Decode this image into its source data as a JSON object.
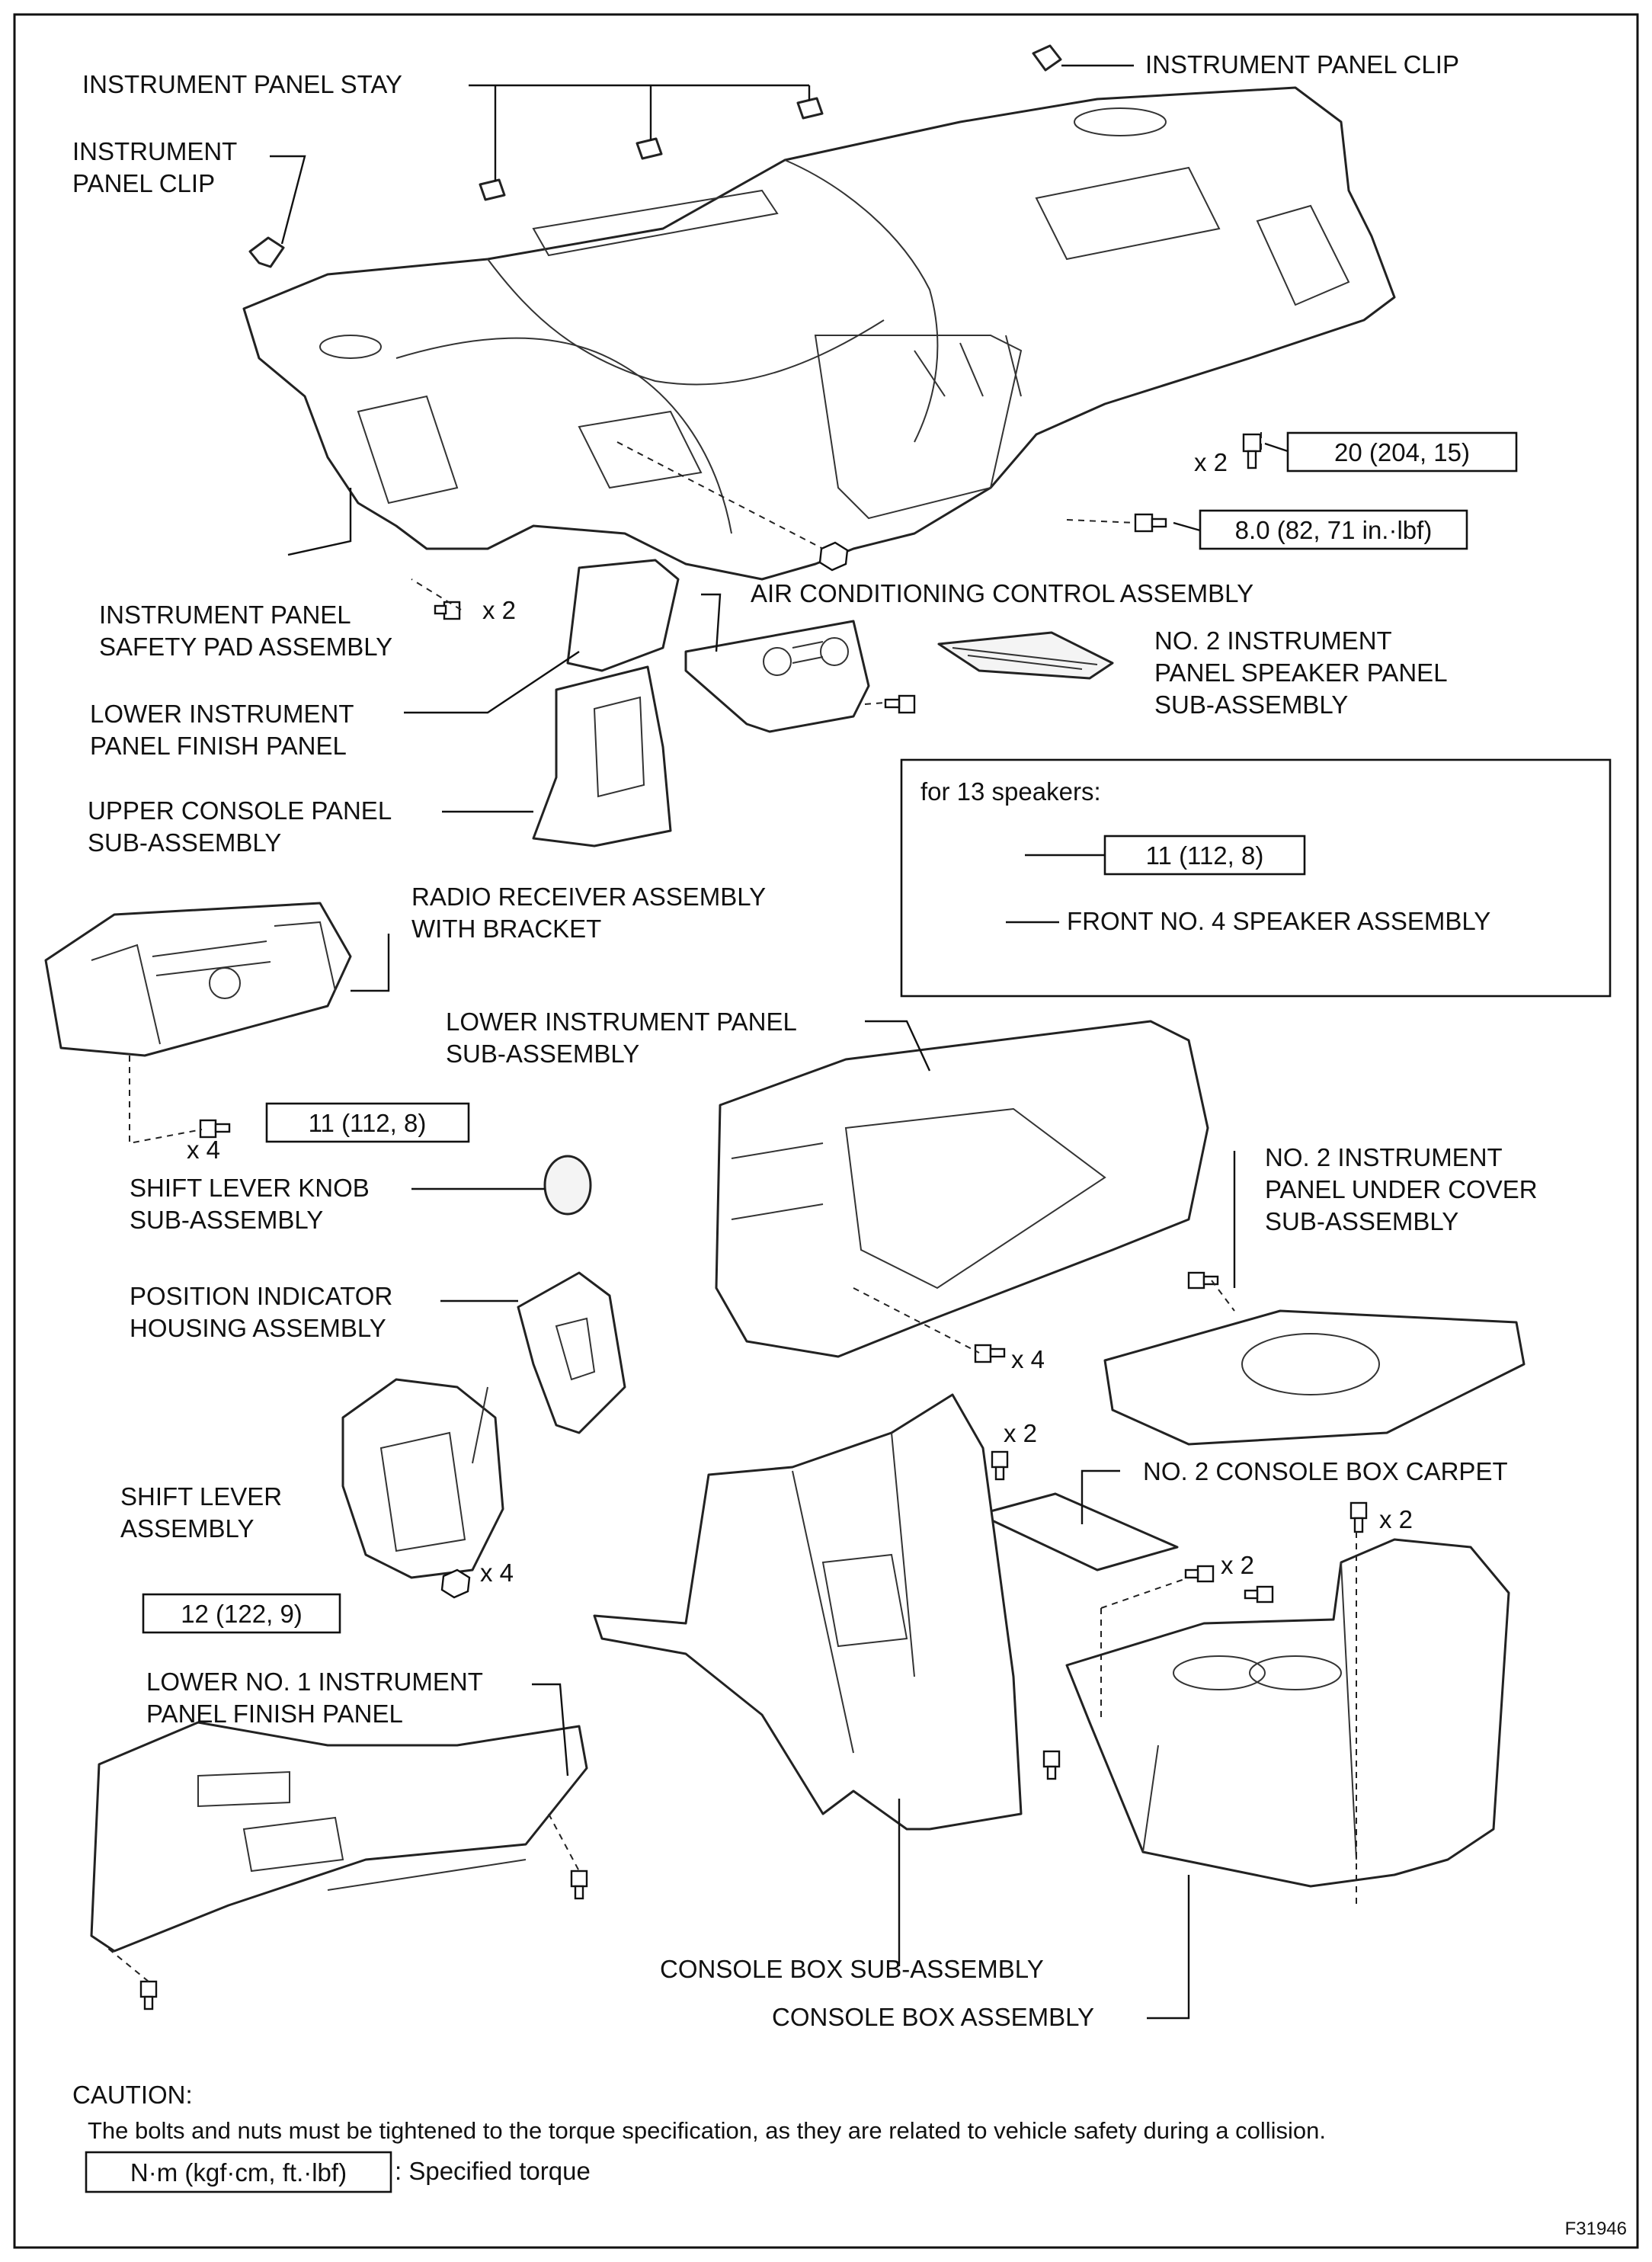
{
  "labels": {
    "instrument_panel_stay": "INSTRUMENT PANEL STAY",
    "instrument_panel_clip_top": "INSTRUMENT PANEL CLIP",
    "instrument_panel_clip_left_1": "INSTRUMENT",
    "instrument_panel_clip_left_2": "PANEL CLIP",
    "safety_pad_1": "INSTRUMENT PANEL",
    "safety_pad_2": "SAFETY PAD ASSEMBLY",
    "air_conditioning": "AIR CONDITIONING CONTROL ASSEMBLY",
    "speaker_panel_1": "NO. 2 INSTRUMENT",
    "speaker_panel_2": "PANEL SPEAKER PANEL",
    "speaker_panel_3": "SUB-ASSEMBLY",
    "lower_finish_1": "LOWER INSTRUMENT",
    "lower_finish_2": "PANEL FINISH PANEL",
    "upper_console_1": "UPPER CONSOLE PANEL",
    "upper_console_2": "SUB-ASSEMBLY",
    "radio_1": "RADIO RECEIVER ASSEMBLY",
    "radio_2": "WITH BRACKET",
    "lower_panel_sub_1": "LOWER INSTRUMENT PANEL",
    "lower_panel_sub_2": "SUB-ASSEMBLY",
    "shift_knob_1": "SHIFT LEVER KNOB",
    "shift_knob_2": "SUB-ASSEMBLY",
    "under_cover_1": "NO. 2 INSTRUMENT",
    "under_cover_2": "PANEL UNDER COVER",
    "under_cover_3": "SUB-ASSEMBLY",
    "position_indicator_1": "POSITION INDICATOR",
    "position_indicator_2": "HOUSING ASSEMBLY",
    "shift_lever_1": "SHIFT LEVER",
    "shift_lever_2": "ASSEMBLY",
    "console_carpet": "NO. 2 CONSOLE BOX CARPET",
    "lower_no1_1": "LOWER NO. 1 INSTRUMENT",
    "lower_no1_2": "PANEL FINISH PANEL",
    "console_sub": "CONSOLE BOX SUB-ASSEMBLY",
    "console_assy": "CONSOLE BOX ASSEMBLY",
    "front_speaker": "FRONT NO. 4 SPEAKER ASSEMBLY"
  },
  "quantities": {
    "x2": "x 2",
    "x4": "x 4"
  },
  "torques": {
    "t20": "20 (204, 15)",
    "t8": "8.0 (82, 71 in.·lbf)",
    "t11_speaker": "11 (112, 8)",
    "t11_radio": "11 (112, 8)",
    "t12": "12 (122, 9)"
  },
  "inset": {
    "title": "for 13 speakers:"
  },
  "caution": {
    "heading": "CAUTION:",
    "text": "The bolts and nuts must be tightened to the torque specification, as they are related to vehicle safety during a collision."
  },
  "legend": {
    "box_text": "N·m (kgf·cm, ft.·lbf)",
    "description": ": Specified torque"
  },
  "figure_id": "F31946"
}
